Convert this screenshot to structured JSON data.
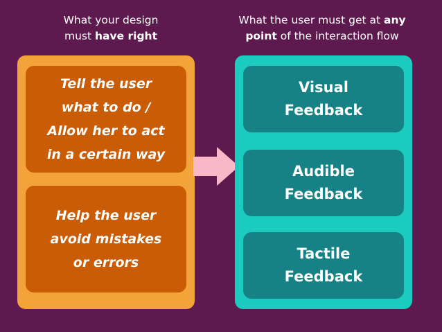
{
  "headings": {
    "left": {
      "line1": "What your design",
      "line2_pre": "must ",
      "line2_bold": "have right"
    },
    "right": {
      "line1_pre": "What the user must get at ",
      "line1_bold": "any",
      "line2_bold": "point",
      "line2_post": " of the interaction flow"
    }
  },
  "left_cards": [
    {
      "lines": [
        "Tell the user",
        "what to do /",
        "Allow her to act",
        "in a certain way"
      ]
    },
    {
      "lines": [
        "Help the user",
        "avoid mistakes",
        "or errors"
      ]
    }
  ],
  "right_cards": [
    {
      "lines": [
        "Visual",
        "Feedback"
      ]
    },
    {
      "lines": [
        "Audible",
        "Feedback"
      ]
    },
    {
      "lines": [
        "Tactile",
        "Feedback"
      ]
    }
  ],
  "colors": {
    "background": "#5e1a4e",
    "left_panel": "#f2a33a",
    "left_card": "#c95c05",
    "right_panel": "#1ccbbf",
    "right_card": "#168286",
    "arrow": "#f9b8c8"
  }
}
